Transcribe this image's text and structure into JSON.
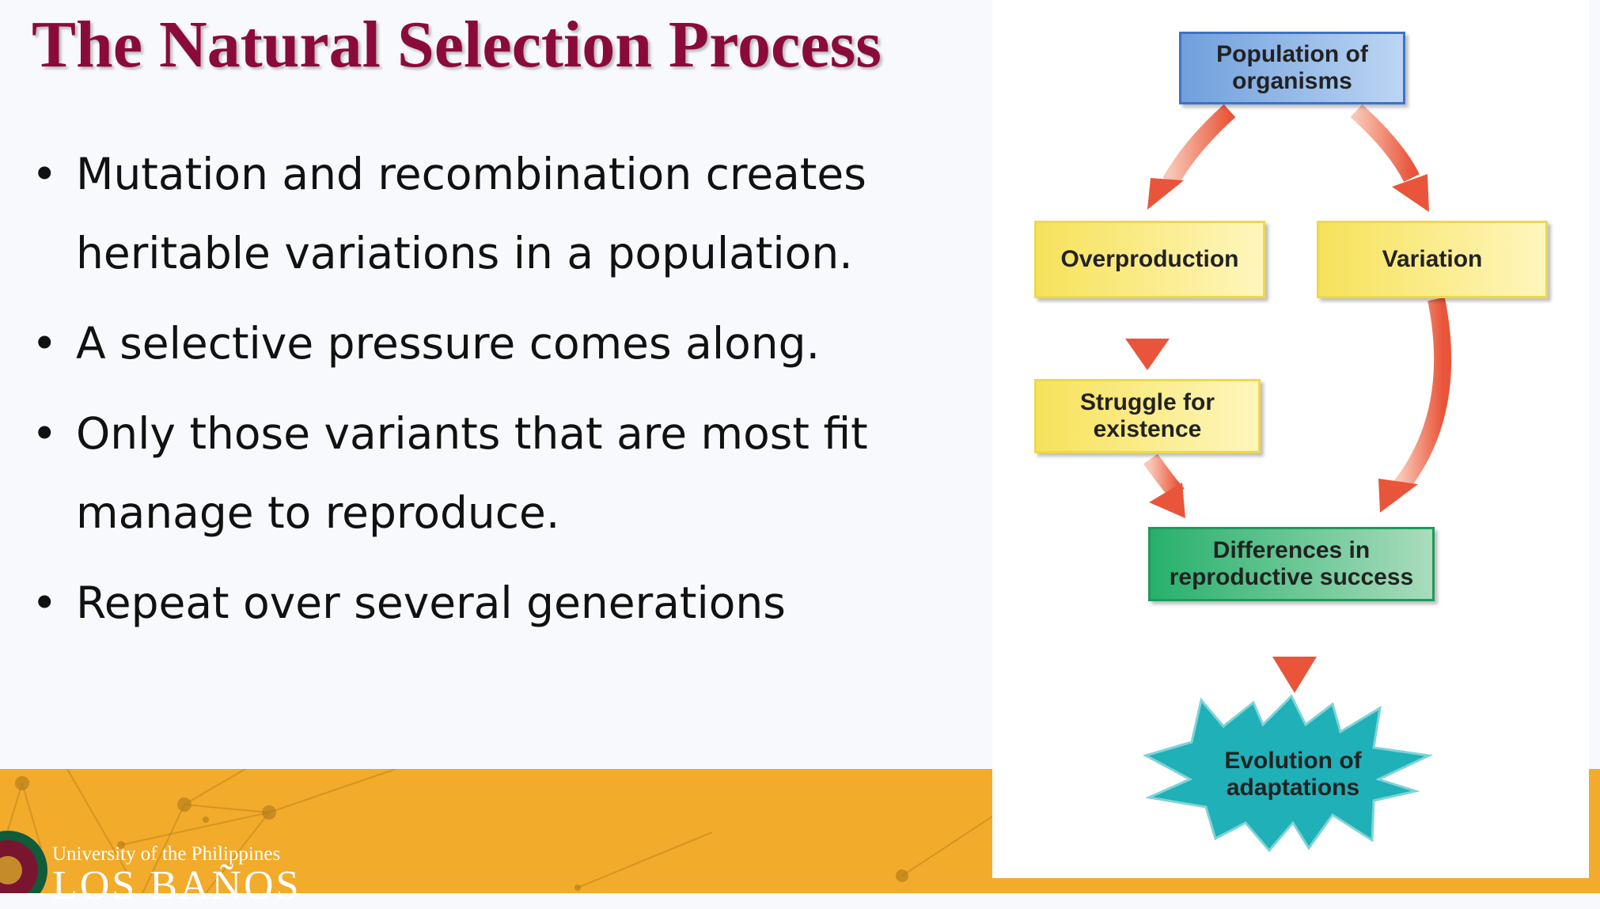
{
  "slide": {
    "title": "The Natural Selection Process",
    "bullets": [
      "Mutation and recombination creates heritable variations in a population.",
      "A selective pressure comes along.",
      "Only those variants that are most fit manage to reproduce.",
      "Repeat over several generations"
    ]
  },
  "diagram": {
    "population": "Population of organisms",
    "overproduction": "Overproduction",
    "variation": "Variation",
    "struggle": "Struggle for existence",
    "differences": "Differences in reproductive success",
    "evolution": "Evolution of adaptations"
  },
  "footer": {
    "university_line": "University of the Philippines",
    "campus": "LOS BAÑOS"
  },
  "colors": {
    "title": "#8a0b3b",
    "band": "#f2ab2a",
    "arrow": "#ea5a3a",
    "starburst": "#1fb0b8"
  }
}
